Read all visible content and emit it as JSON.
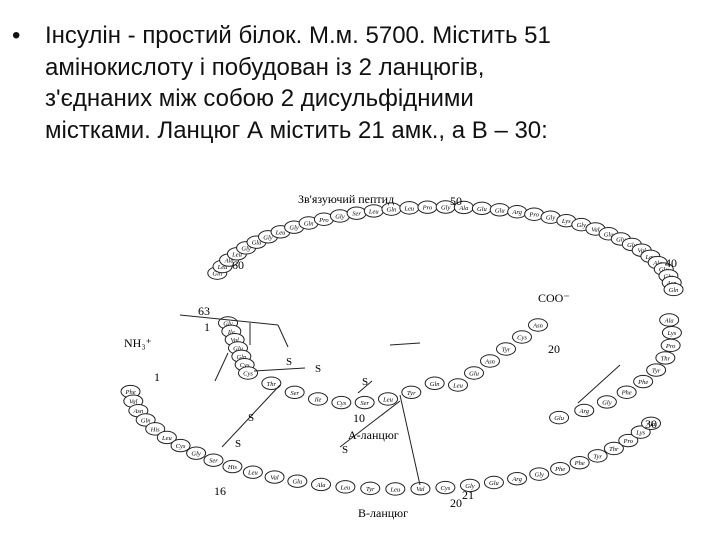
{
  "slide": {
    "bullet_char": "•",
    "lines": [
      "Інсулін - простий білок. М.м. 5700. Містить 51",
      "амінокислоту і побудован із  2 ланцюгів,",
      "з'єднаних  між  собою 2 дисульфідними",
      "містками. Ланцюг А містить 21 амк., а В – 30:"
    ]
  },
  "figure": {
    "caption_top": "Зв'язуючий пептид",
    "label_a_chain": "А-ланцюг",
    "label_b_chain": "В-ланцюг",
    "nh3": "NH₃⁺",
    "coo": "COO⁻",
    "n50": "50",
    "n40": "40",
    "n60": "60",
    "n63": "63",
    "n1a": "1",
    "n1b": "1",
    "n10": "10",
    "n16": "16",
    "n20": "20",
    "n21": "21",
    "n20b": "20",
    "n30": "30",
    "s_labels": [
      "S",
      "S",
      "S",
      "S",
      "S",
      "S"
    ],
    "loop_residues": [
      "Gln",
      "Leu",
      "Ala",
      "Leu",
      "Gly",
      "Glu",
      "Gly",
      "Leu",
      "Gly",
      "Gln",
      "Pro",
      "Gly",
      "Ser",
      "Leu",
      "Gln",
      "Leu",
      "Pro",
      "Gly",
      "Ala",
      "Glu",
      "Glu",
      "Arg",
      "Pro",
      "Gly",
      "Lys",
      "Gly",
      "Val",
      "Glu",
      "Gly",
      "Gly",
      "Val",
      "Leu",
      "Ala",
      "Glu",
      "Glu",
      "Asp",
      "Gln"
    ],
    "a_chain_residues": [
      "Gly",
      "Ile",
      "Val",
      "Glu",
      "Gln",
      "Cys",
      "Cys",
      "Thr",
      "Ser",
      "Ile",
      "Cys",
      "Ser",
      "Leu",
      "Tyr",
      "Gln",
      "Leu",
      "Glu",
      "Asn",
      "Tyr",
      "Cys",
      "Asn"
    ],
    "b_chain_residues": [
      "Phe",
      "Val",
      "Asn",
      "Gln",
      "His",
      "Leu",
      "Cys",
      "Gly",
      "Ser",
      "His",
      "Leu",
      "Val",
      "Glu",
      "Ala",
      "Leu",
      "Tyr",
      "Leu",
      "Val",
      "Cys",
      "Gly",
      "Glu",
      "Arg",
      "Gly",
      "Phe",
      "Phe",
      "Tyr",
      "Thr",
      "Pro",
      "Lys",
      "Ala"
    ],
    "right_residues": [
      "Ala",
      "Lys",
      "Pro",
      "Thr",
      "Tyr",
      "Phe",
      "Phe",
      "Gly",
      "Arg",
      "Glu",
      "Gly",
      "Cys",
      "Val",
      "Leu",
      "Tyr",
      "Leu",
      "Ala",
      "Glu",
      "Val",
      "Leu",
      "Glu",
      "Gly"
    ]
  }
}
